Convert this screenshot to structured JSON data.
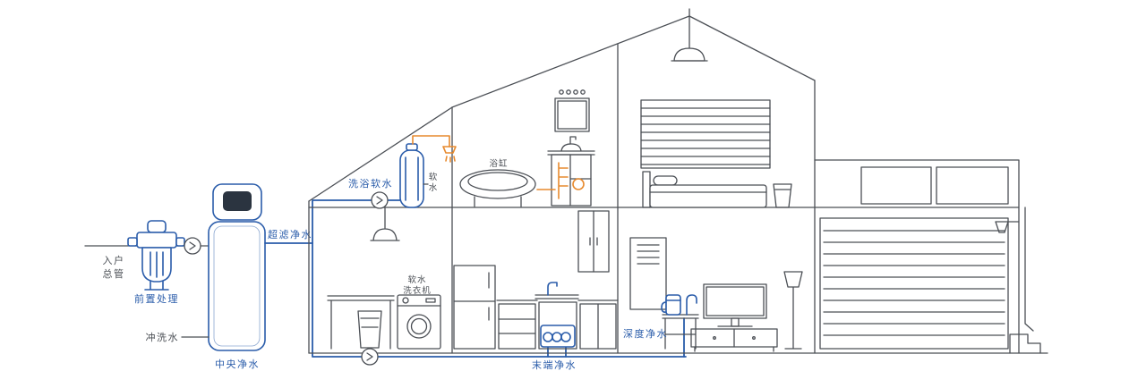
{
  "diagram": {
    "type": "whole-house-water-purification-illustration",
    "colors": {
      "line": "#4b4f55",
      "device_blue": "#2a5caa",
      "pipe_blue": "#2a5caa",
      "pipe_orange": "#e78a2e",
      "display_window": "#2b3440",
      "background": "#ffffff"
    },
    "icons": {
      "flow_marker": "chevron-right-circle",
      "ceiling_lamp": "dome-pendant-lamp",
      "floor_lamp": "floor-lamp"
    },
    "labels": {
      "inlet": {
        "line1": "入户",
        "line2": "总管"
      },
      "pre_treatment": "前置处理",
      "central_purification": "中央净水",
      "flush_water": "冲洗水",
      "ultrafiltration": "超滤净水",
      "bath_softening": "洗浴软水",
      "soft_water": {
        "char1": "软",
        "char2": "水"
      },
      "bathtub": "浴缸",
      "soft_water_washer": {
        "line1": "软水",
        "line2": "洗衣机"
      },
      "terminal_purification": "末端净水",
      "deep_purification": "深度净水"
    }
  }
}
